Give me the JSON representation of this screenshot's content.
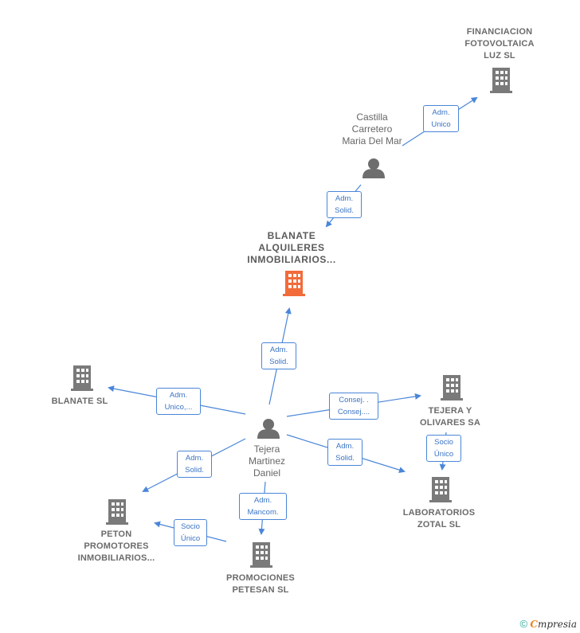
{
  "nodes": {
    "financiacion": "FINANCIACION\nFOTOVOLTAICA\nLUZ SL",
    "castilla": "Castilla\nCarretero\nMaria Del Mar",
    "blanate_alquileres": "BLANATE\nALQUILERES\nINMOBILIARIOS...",
    "blanate_sl": "BLANATE  SL",
    "tejera_person": "Tejera\nMartinez\nDaniel",
    "tejera_olivares": "TEJERA Y\nOLIVARES SA",
    "laboratorios": "LABORATORIOS\nZOTAL SL",
    "peton": "PETON\nPROMOTORES\nINMOBILIARIOS...",
    "promociones": "PROMOCIONES\nPETESAN  SL"
  },
  "edges": {
    "castilla_financiacion": "Adm.\nUnico",
    "castilla_blanate": "Adm.\nSolid.",
    "tejera_blanate_alq": "Adm.\nSolid.",
    "tejera_blanate_sl": "Adm.\nUnico,...",
    "tejera_olivares": "Consej. .\nConsej....",
    "olivares_laboratorios": "Socio\nÚnico",
    "tejera_laboratorios": "Adm.\nSolid.",
    "tejera_peton": "Adm.\nSolid.",
    "tejera_promociones": "Adm.\nMancom.",
    "promociones_peton": "Socio\nÚnico"
  },
  "footer": {
    "copyright": "©",
    "brand_first": "C",
    "brand_rest": "mpresia"
  },
  "colors": {
    "edge": "#4a86d8",
    "company": "#7a7a7a",
    "focus": "#f26b3a",
    "person": "#6e6e6e"
  }
}
